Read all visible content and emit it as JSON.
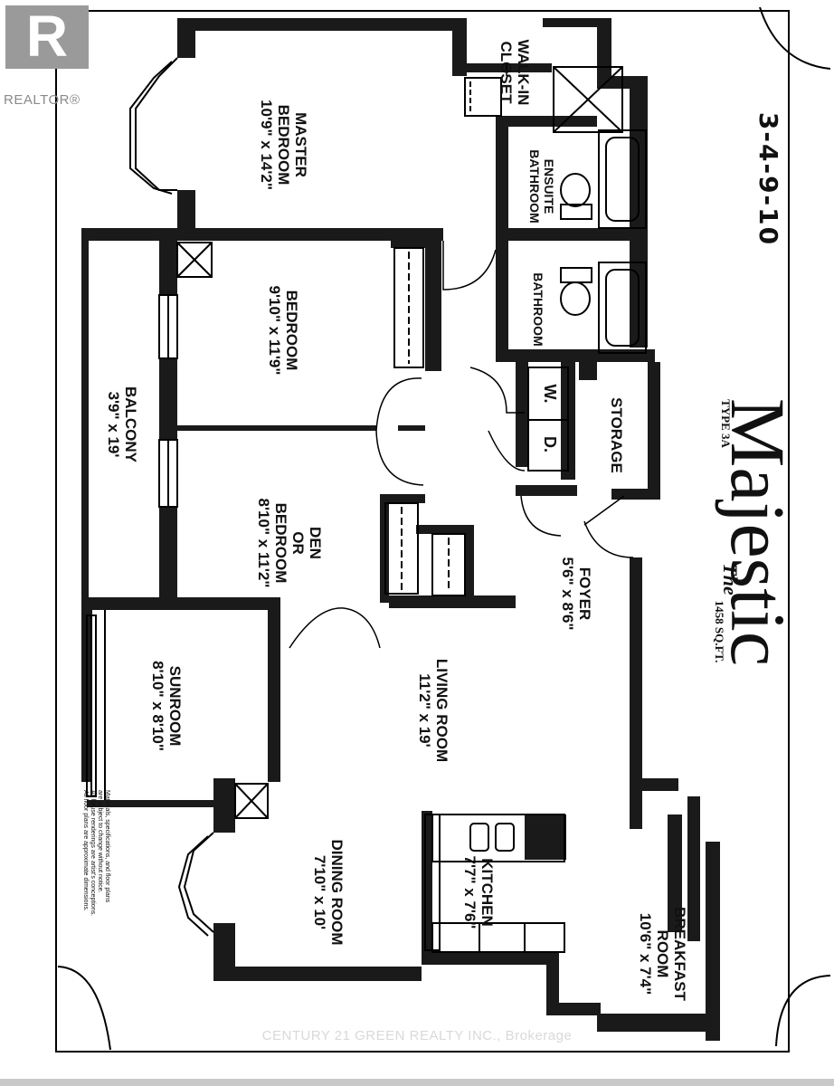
{
  "realtor_logo": {
    "mark": "R",
    "text": "REALTOR®"
  },
  "handwritten_note": "3-4-9-10",
  "title": {
    "the": "The",
    "name": "Majestic",
    "type": "TYPE 3A",
    "area": "1458 SQ.FT."
  },
  "rooms": {
    "master_bedroom": {
      "name": "MASTER",
      "name2": "BEDROOM",
      "size": "10'9\" x 14'2\""
    },
    "walk_in_closet": {
      "name": "WALK-IN",
      "name2": "CLOSET"
    },
    "ensuite_bathroom": {
      "name": "ENSUITE",
      "name2": "BATHROOM"
    },
    "bathroom": {
      "name": "BATHROOM"
    },
    "bedroom": {
      "name": "BEDROOM",
      "size": "9'10\" x 11'9\""
    },
    "balcony": {
      "name": "BALCONY",
      "size": "3'9\" x 19'"
    },
    "den": {
      "name": "DEN",
      "name2": "OR",
      "name3": "BEDROOM",
      "size": "8'10\" x 11'2\""
    },
    "washer": "W.",
    "dryer": "D.",
    "storage": {
      "name": "STORAGE"
    },
    "foyer": {
      "name": "FOYER",
      "size": "5'6\" x 8'6\""
    },
    "sunroom": {
      "name": "SUNROOM",
      "size": "8'10\" x 8'10\""
    },
    "living_room": {
      "name": "LIVING ROOM",
      "size": "11'2\" x 19'"
    },
    "dining_room": {
      "name": "DINING ROOM",
      "size": "7'10\" x 10'"
    },
    "kitchen": {
      "name": "KITCHEN",
      "size": "7'7\" x 7'6\""
    },
    "breakfast_room": {
      "name": "BREAKFAST",
      "name2": "ROOM",
      "size": "10'6\" x 7'4\""
    }
  },
  "disclaimer": {
    "line1": "Materials, specifications, and floor plans",
    "line2": "are subject to change without notice.",
    "line3": "All house renderings are artist's conceptions.",
    "line4": "All floor plans are approximate dimensions."
  },
  "watermark": "CENTURY 21 GREEN REALTY INC., Brokerage"
}
